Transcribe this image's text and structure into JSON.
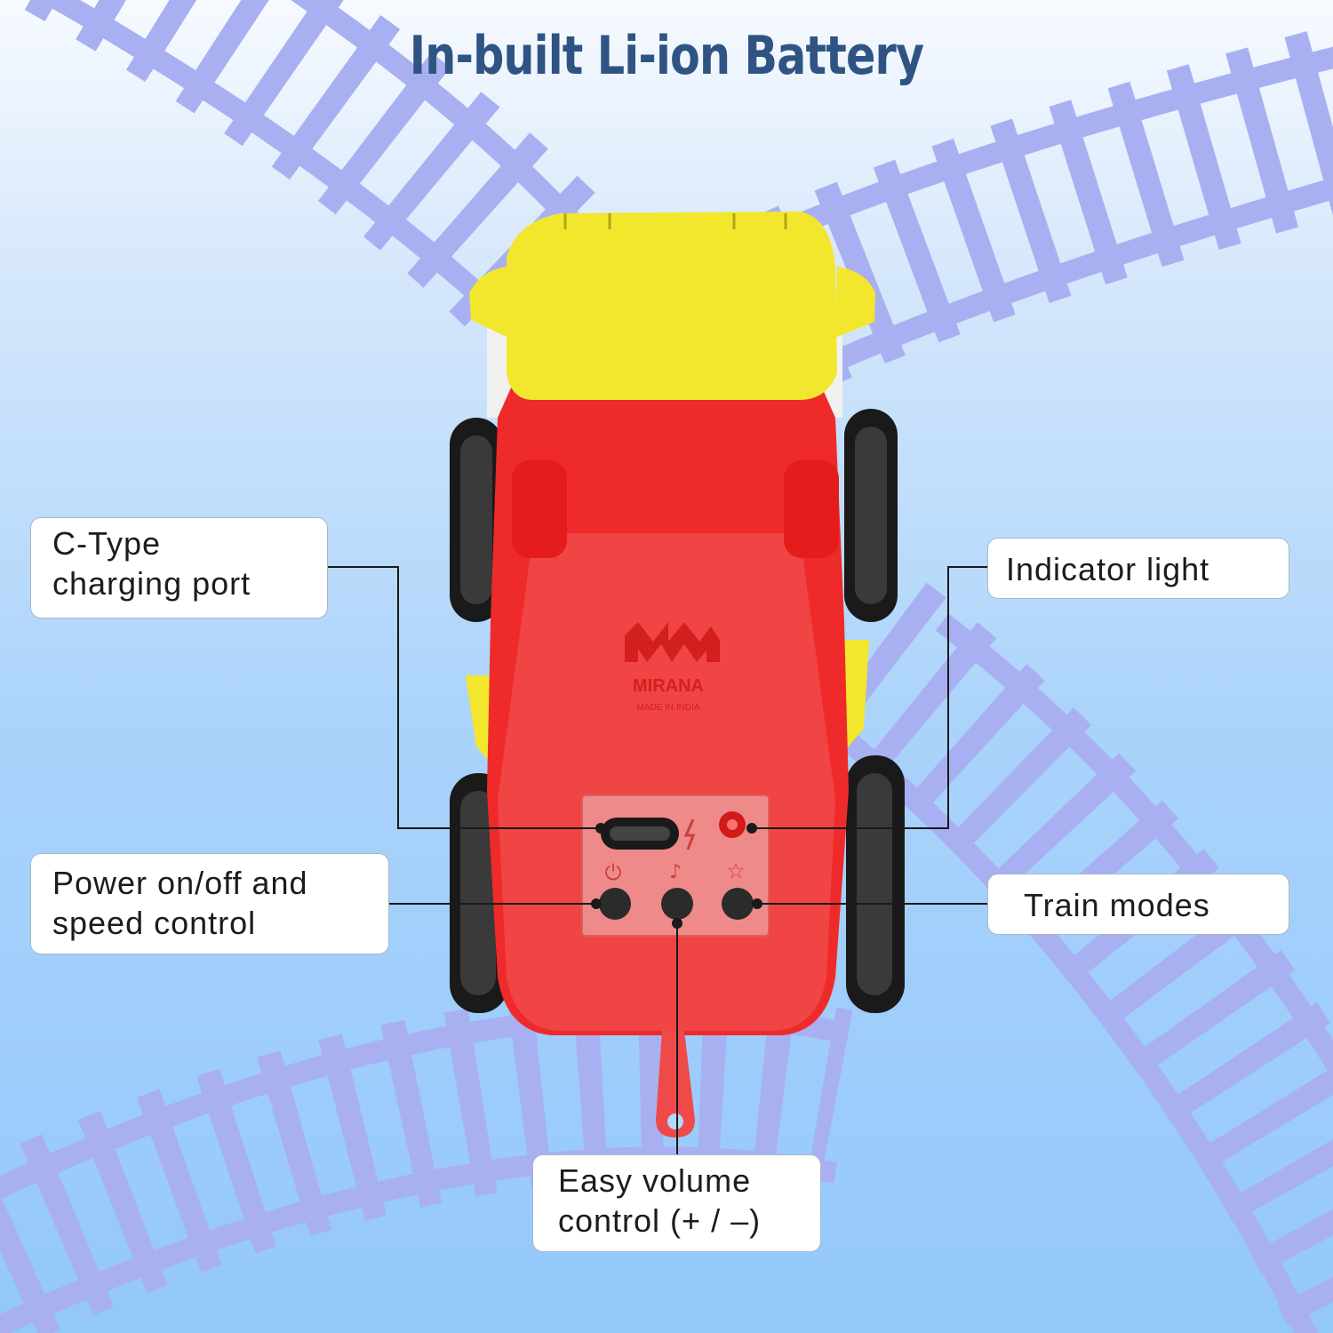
{
  "title": "In-built Li-ion Battery",
  "callouts": {
    "c_type": "C-Type\ncharging port",
    "indicator": "Indicator light",
    "power": "Power on/off and\nspeed control",
    "modes": "Train modes",
    "volume": "Easy volume\ncontrol (+ / –)"
  },
  "brand": {
    "name": "MIRANA",
    "tagline": "MADE IN INDIA"
  },
  "colors": {
    "title": "#2f5484",
    "track": "#a8b0f2",
    "body_red": "#ef2a2a",
    "roof_yellow": "#f2e72c",
    "wheel_black": "#1a1a1a"
  }
}
